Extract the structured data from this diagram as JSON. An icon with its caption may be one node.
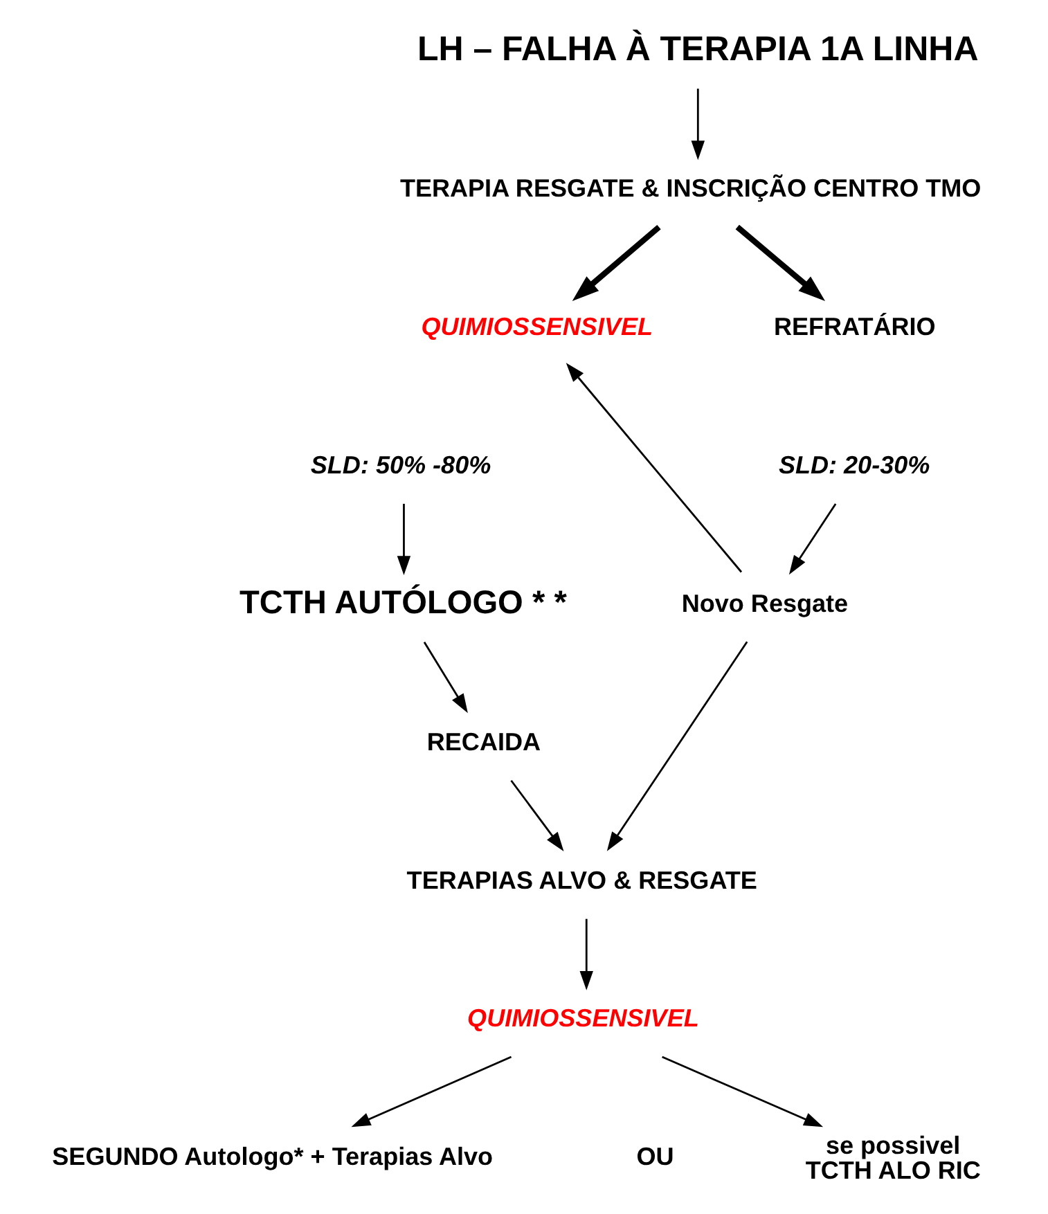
{
  "diagram": {
    "nodes": [
      {
        "text": [
          "LH – FALHA À TERAPIA 1A LINHA"
        ]
      },
      {
        "text": [
          "TERAPIA RESGATE & INSCRIÇÃO CENTRO TMO"
        ]
      },
      {
        "text": [
          "QUIMIOSSENSIVEL"
        ]
      },
      {
        "text": [
          "REFRATÁRIO"
        ]
      },
      {
        "text": [
          "SLD: 50% -80%"
        ]
      },
      {
        "text": [
          "SLD: 20-30%"
        ]
      },
      {
        "text": [
          "Novo Resgate"
        ]
      },
      {
        "text": [
          "TCTH AUTÓLOGO * *"
        ]
      },
      {
        "text": [
          "RECAIDA"
        ]
      },
      {
        "text": [
          "TERAPIAS ALVO & RESGATE"
        ]
      },
      {
        "text": [
          "QUIMIOSSENSIVEL"
        ]
      },
      {
        "text": [
          "SEGUNDO Autologo* + Terapias Alvo"
        ]
      },
      {
        "text": [
          "se possivel",
          "TCTH ALO RIC"
        ]
      }
    ],
    "edges": [
      {
        "from": 0,
        "to": 1,
        "arrow": "to"
      },
      {
        "from": 1,
        "to": 2,
        "arrow": "to",
        "style": "thick"
      },
      {
        "from": 1,
        "to": 3,
        "arrow": "to",
        "style": "thick"
      },
      {
        "from": 4,
        "to": 7,
        "arrow": "to"
      },
      {
        "from": 5,
        "to": 6,
        "arrow": "to"
      },
      {
        "from": 6,
        "to": 2,
        "arrow": "to"
      },
      {
        "from": 7,
        "to": 8,
        "arrow": "to"
      },
      {
        "from": 8,
        "to": 9,
        "arrow": "to"
      },
      {
        "from": 6,
        "to": 9,
        "arrow": "to"
      },
      {
        "from": 9,
        "to": 10,
        "arrow": "to"
      },
      {
        "from": 10,
        "to": 11,
        "arrow": "to"
      },
      {
        "from": 10,
        "to": 12,
        "arrow": "to"
      }
    ],
    "labels": [
      "OU"
    ]
  }
}
